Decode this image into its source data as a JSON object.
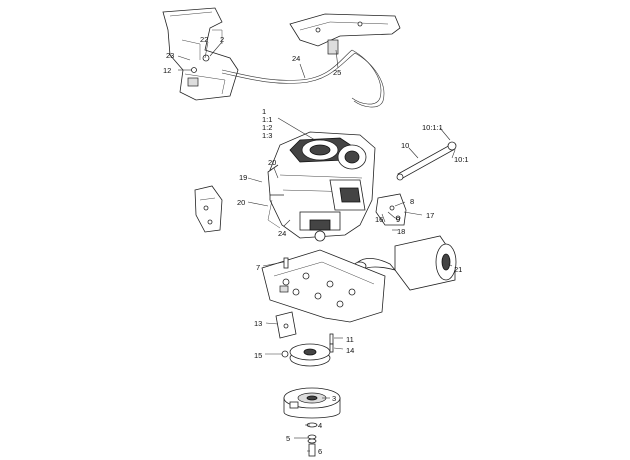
{
  "callouts": {
    "c1": "1",
    "c1_1": "1:1",
    "c1_2": "1:2",
    "c1_3": "1:3",
    "c2": "2",
    "c3": "3",
    "c4": "4",
    "c5": "5",
    "c6": "6",
    "c7": "7",
    "c8": "8",
    "c9": "9",
    "c10": "10",
    "c10_1_1": "10:1:1",
    "c10_1": "10:1",
    "c11": "11",
    "c12": "12",
    "c13": "13",
    "c14": "14",
    "c15": "15",
    "c16": "16",
    "c17": "17",
    "c18": "18",
    "c19": "19",
    "c20a": "20",
    "c20b": "20",
    "c21": "21",
    "c22": "22",
    "c23": "23",
    "c24a": "24",
    "c24b": "24",
    "c25": "25"
  }
}
